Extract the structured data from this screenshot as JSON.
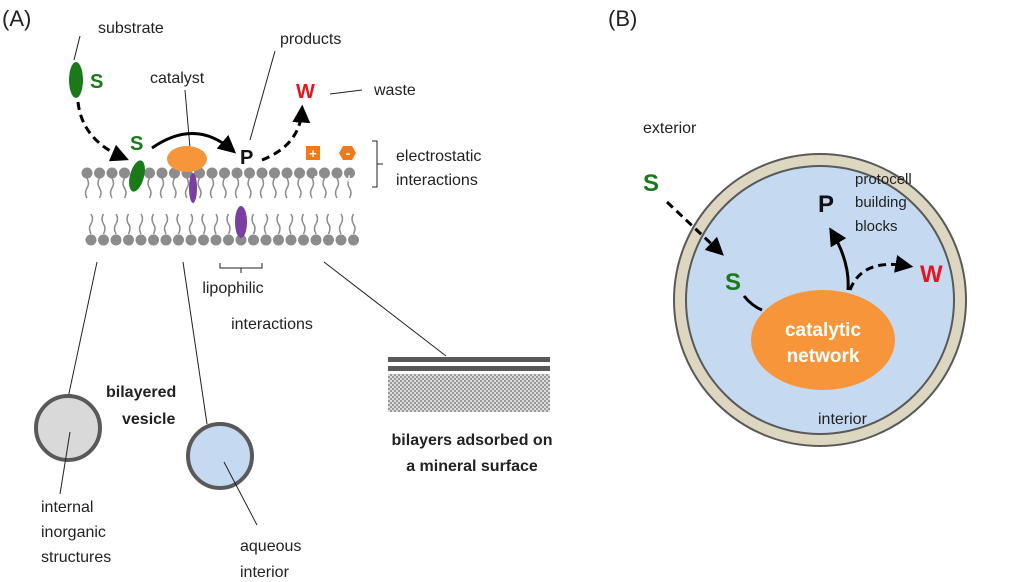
{
  "colors": {
    "green": "#1a7a1a",
    "red": "#e8141e",
    "orange": "#f7953a",
    "purple": "#7a3fa0",
    "lipid": "#8c8c8c",
    "cell_fill": "#c5d9f1",
    "membrane_ring": "#ddd6c1",
    "vesicle_gray": "#d9d9d9"
  },
  "panel_a": {
    "label": "(A)",
    "substrate_label": "substrate",
    "substrate_symbol": "S",
    "catalyst_label": "catalyst",
    "products_label": "products",
    "product_symbol": "P",
    "waste_symbol": "W",
    "waste_label": "waste",
    "plus_sign": "+",
    "minus_sign": "-",
    "electrostatic_label": [
      "electrostatic",
      "interactions"
    ],
    "lipophilic_label": [
      "lipophilic",
      "interactions"
    ],
    "bilayered_vesicle_label": [
      "bilayered",
      "vesicle"
    ],
    "internal_inorganic_label": [
      "internal",
      "inorganic",
      "structures"
    ],
    "aqueous_interior_label": [
      "aqueous",
      "interior"
    ],
    "bilayers_mineral_label": [
      "bilayers adsorbed on",
      "a mineral surface"
    ]
  },
  "panel_b": {
    "label": "(B)",
    "exterior_label": "exterior",
    "interior_label": "interior",
    "substrate_symbol": "S",
    "product_symbol": "P",
    "waste_symbol": "W",
    "protocell_label": [
      "protocell",
      "building",
      "blocks"
    ],
    "catalytic_network_label": [
      "catalytic",
      "network"
    ]
  }
}
